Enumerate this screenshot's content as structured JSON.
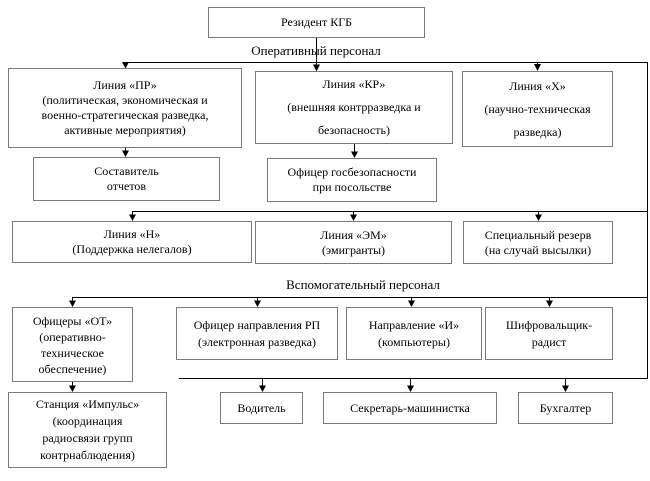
{
  "sections": {
    "operational_label": "Оперативный персонал",
    "auxiliary_label": "Вспомогательный персонал"
  },
  "nodes": {
    "resident": "Резидент КГБ",
    "line_pr": "Линия «ПР»\n(политическая, экономическая и\nвоенно-стратегическая разведка,\nактивные мероприятия)",
    "line_kr": "Линия «КР»\n(внешняя контрразведка и\nбезопасность)",
    "line_x": "Линия «Х»\n(научно-техническая\nразведка)",
    "report_writer": "Составитель\nотчетов",
    "embassy_officer": "Офицер госбезопасности\nпри посольстве",
    "line_n": "Линия «Н»\n(Поддержка нелегалов)",
    "line_em": "Линия «ЭМ»\n(эмигранты)",
    "special_reserve": "Специальный резерв\n(на случай высылки)",
    "ot_officers": "Офицеры «ОТ»\n(оперативно-\nтехническое\nобеспечение)",
    "rp_officer": "Офицер направления РП\n(электронная разведка)",
    "direction_i": "Направление «И»\n(компьютеры)",
    "cipher_clerk": "Шифровальщик-\nрадист",
    "impulse_station": "Станция «Импульс»\n(координация\nрадиосвязи групп\nконтрнаблюдения)",
    "driver": "Водитель",
    "secretary": "Секретарь-машинистка",
    "accountant": "Бухгалтер"
  },
  "colors": {
    "box_border": "#7a7a7a",
    "connector": "#000000",
    "background": "#ffffff"
  }
}
